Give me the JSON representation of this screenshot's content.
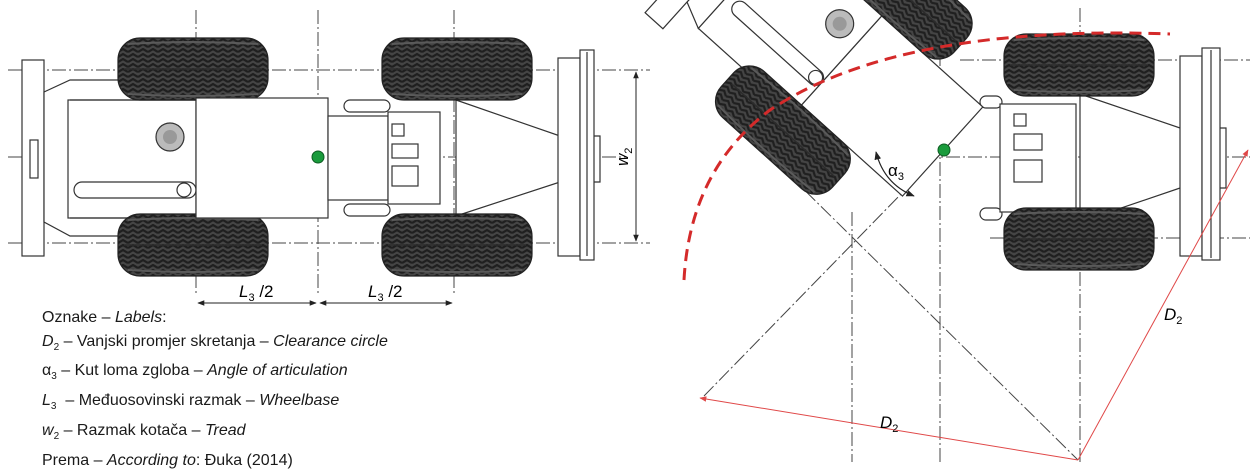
{
  "figure": {
    "dimensions": {
      "half_wheelbase_left": {
        "var": "L",
        "sub": "3",
        "suffix": " /2"
      },
      "half_wheelbase_right": {
        "var": "L",
        "sub": "3",
        "suffix": " /2"
      },
      "tread": {
        "var": "w",
        "sub": "2"
      },
      "articulation_angle": {
        "var": "α",
        "sub": "3"
      },
      "clearance_circle_bottom": {
        "var": "D",
        "sub": "2"
      },
      "clearance_circle_right": {
        "var": "D",
        "sub": "2"
      }
    },
    "colors": {
      "tyre": "#3d3d3d",
      "body_stroke": "#333333",
      "centre_line": "#444444",
      "pivot_point": "#1a9b3c",
      "clearance_arc": "#d42a2a",
      "dimension_line": "#e04848"
    }
  },
  "legend": {
    "title_hr": "Oznake – ",
    "title_en": "Labels",
    "title_colon": ":",
    "items": [
      {
        "sym": "D",
        "sub": "2",
        "hr": " – Vanjski promjer skretanja – ",
        "en": "Clearance circle"
      },
      {
        "sym": "α",
        "sub": "3",
        "hr": " – Kut loma zgloba – ",
        "en": "Angle of articulation"
      },
      {
        "sym": "L",
        "sub": "3",
        "hr": "  – Međuosovinski razmak – ",
        "en": "Wheelbase"
      },
      {
        "sym": "w",
        "sub": "2",
        "hr": " – Razmak kotača – ",
        "en": "Tread"
      }
    ],
    "source_hr": "Prema – ",
    "source_en": "According to",
    "source_ref": ": Đuka (2014)"
  }
}
